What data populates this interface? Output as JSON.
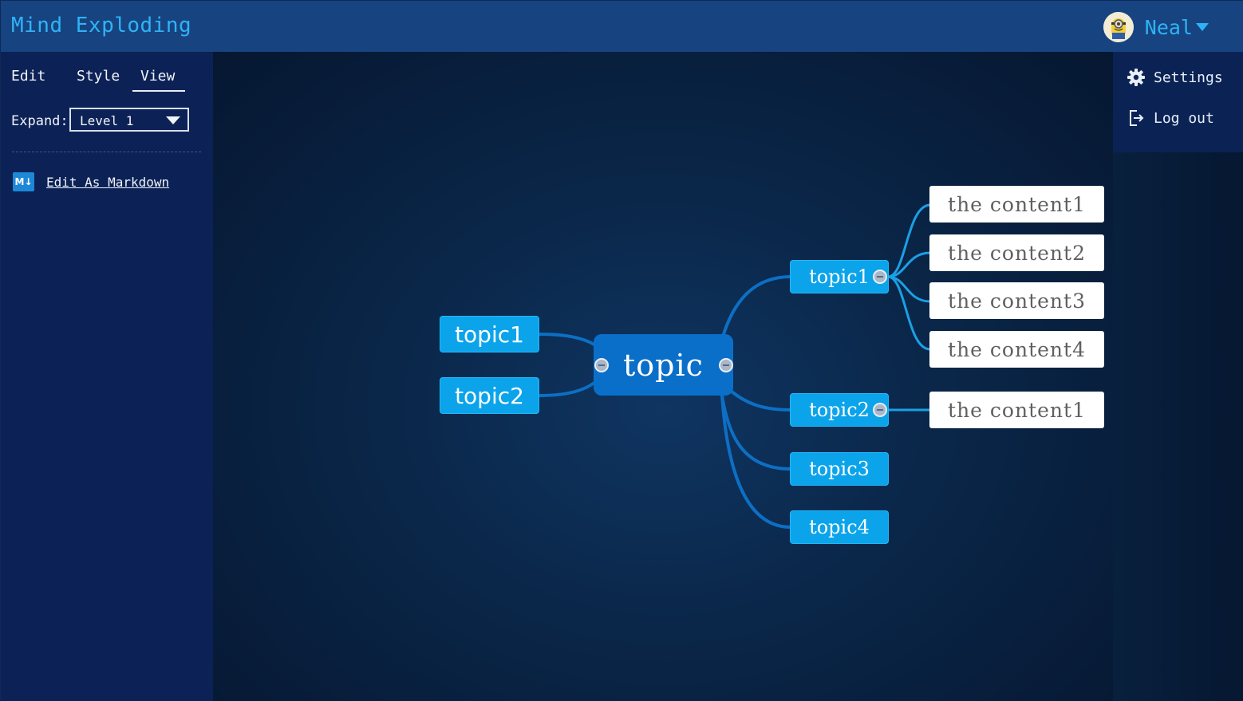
{
  "header": {
    "app_title": "Mind Exploding",
    "user_name": "Neal"
  },
  "user_menu": {
    "items": [
      {
        "label": "Settings",
        "icon": "gear-icon"
      },
      {
        "label": "Log out",
        "icon": "logout-icon"
      }
    ]
  },
  "sidebar": {
    "tabs": [
      {
        "label": "Edit",
        "active": false
      },
      {
        "label": "Style",
        "active": false
      },
      {
        "label": "View",
        "active": true
      }
    ],
    "expand_label": "Expand:",
    "expand_value": "Level 1",
    "markdown_icon_text": "M↓",
    "markdown_link": "Edit As Markdown"
  },
  "mindmap": {
    "root": "topic",
    "left_topics": [
      "topic1",
      "topic2"
    ],
    "right_topics": [
      "topic1",
      "topic2",
      "topic3",
      "topic4"
    ],
    "topic1_children": [
      "the content1",
      "the content2",
      "the content3",
      "the content4"
    ],
    "topic2_children": [
      "the content1"
    ]
  },
  "colors": {
    "header_bg": "#174481",
    "accent": "#2fb3f5",
    "node_fill": "#0ba4ea",
    "root_fill": "#0a6fc8",
    "link_color": "#0d6fc4"
  }
}
